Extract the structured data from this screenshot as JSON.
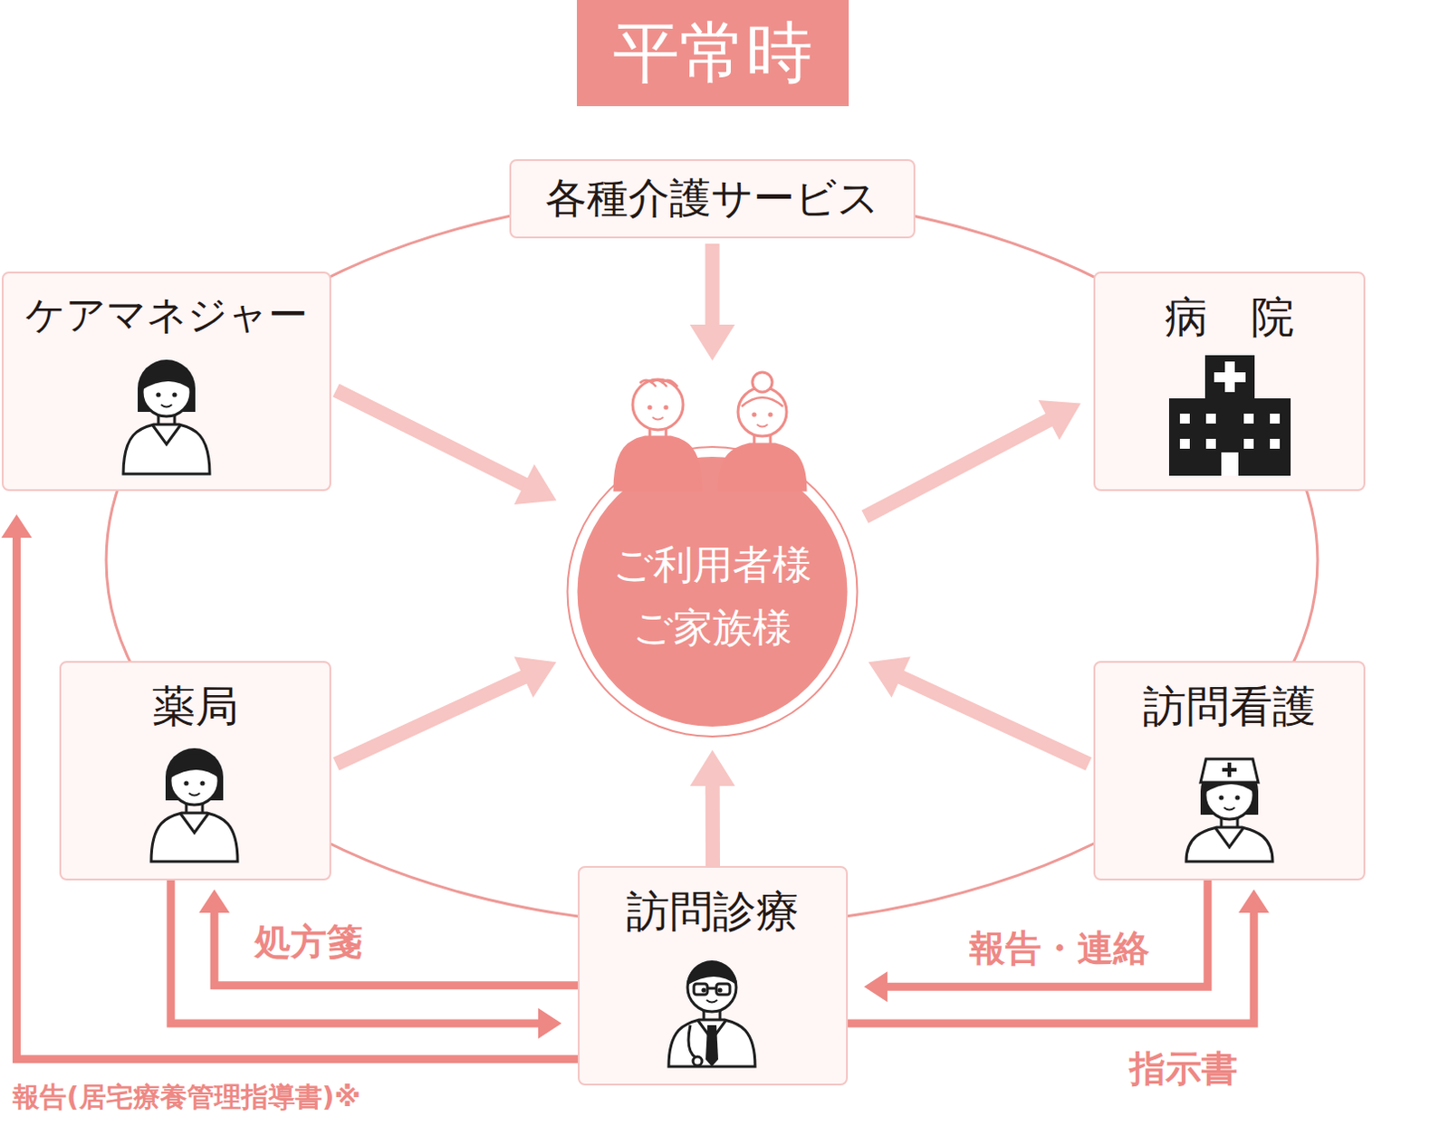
{
  "diagram": {
    "title": "平常時",
    "nodes": [
      {
        "text": [
          "各種介護サービス"
        ]
      },
      {
        "text": [
          "ケアマネジャー"
        ]
      },
      {
        "text": [
          "病　院"
        ]
      },
      {
        "text": [
          "ご利用者様",
          "ご家族様"
        ]
      },
      {
        "text": [
          "薬局"
        ]
      },
      {
        "text": [
          "訪問看護"
        ]
      },
      {
        "text": [
          "訪問診療"
        ]
      }
    ],
    "edges": [
      {
        "from": 0,
        "to": 3,
        "arrow": "to"
      },
      {
        "from": 1,
        "to": 3,
        "arrow": "to"
      },
      {
        "from": 3,
        "to": 2,
        "arrow": "to"
      },
      {
        "from": 4,
        "to": 3,
        "arrow": "to"
      },
      {
        "from": 5,
        "to": 3,
        "arrow": "to"
      },
      {
        "from": 6,
        "to": 3,
        "arrow": "to"
      },
      {
        "from": 6,
        "to": 4,
        "label": "処方箋",
        "arrow": "to"
      },
      {
        "from": 4,
        "to": 6,
        "arrow": "to"
      },
      {
        "from": 6,
        "to": 1,
        "label": "報告(居宅療養管理指導書)※",
        "arrow": "to"
      },
      {
        "from": 5,
        "to": 6,
        "label": "報告・連絡",
        "arrow": "to"
      },
      {
        "from": 6,
        "to": 5,
        "label": "指示書",
        "arrow": "to"
      }
    ]
  }
}
